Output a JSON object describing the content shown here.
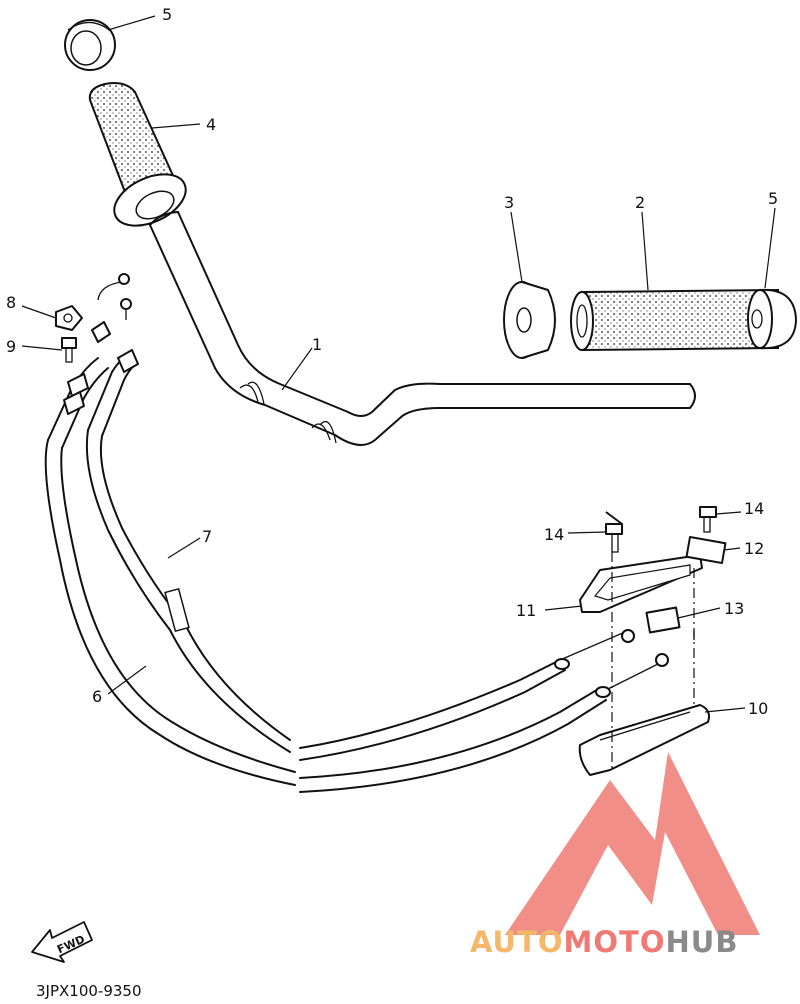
{
  "diagram": {
    "callouts": [
      {
        "id": "c5a",
        "label": "5"
      },
      {
        "id": "c4",
        "label": "4"
      },
      {
        "id": "c3",
        "label": "3"
      },
      {
        "id": "c2",
        "label": "2"
      },
      {
        "id": "c5b",
        "label": "5"
      },
      {
        "id": "c8",
        "label": "8"
      },
      {
        "id": "c9",
        "label": "9"
      },
      {
        "id": "c1",
        "label": "1"
      },
      {
        "id": "c7",
        "label": "7"
      },
      {
        "id": "c6",
        "label": "6"
      },
      {
        "id": "c14a",
        "label": "14"
      },
      {
        "id": "c14b",
        "label": "14"
      },
      {
        "id": "c12",
        "label": "12"
      },
      {
        "id": "c11",
        "label": "11"
      },
      {
        "id": "c13",
        "label": "13"
      },
      {
        "id": "c10",
        "label": "10"
      }
    ],
    "direction_label": "FWD",
    "diagram_code": "3JPX100-9350"
  },
  "watermark": {
    "part1": "AUTO",
    "part2": "MOTO",
    "part3": "HUB",
    "colors": {
      "auto": "#f5b86a",
      "moto": "#f07a73",
      "hub": "#8a8a8a",
      "triangle": "#f07a73"
    }
  }
}
